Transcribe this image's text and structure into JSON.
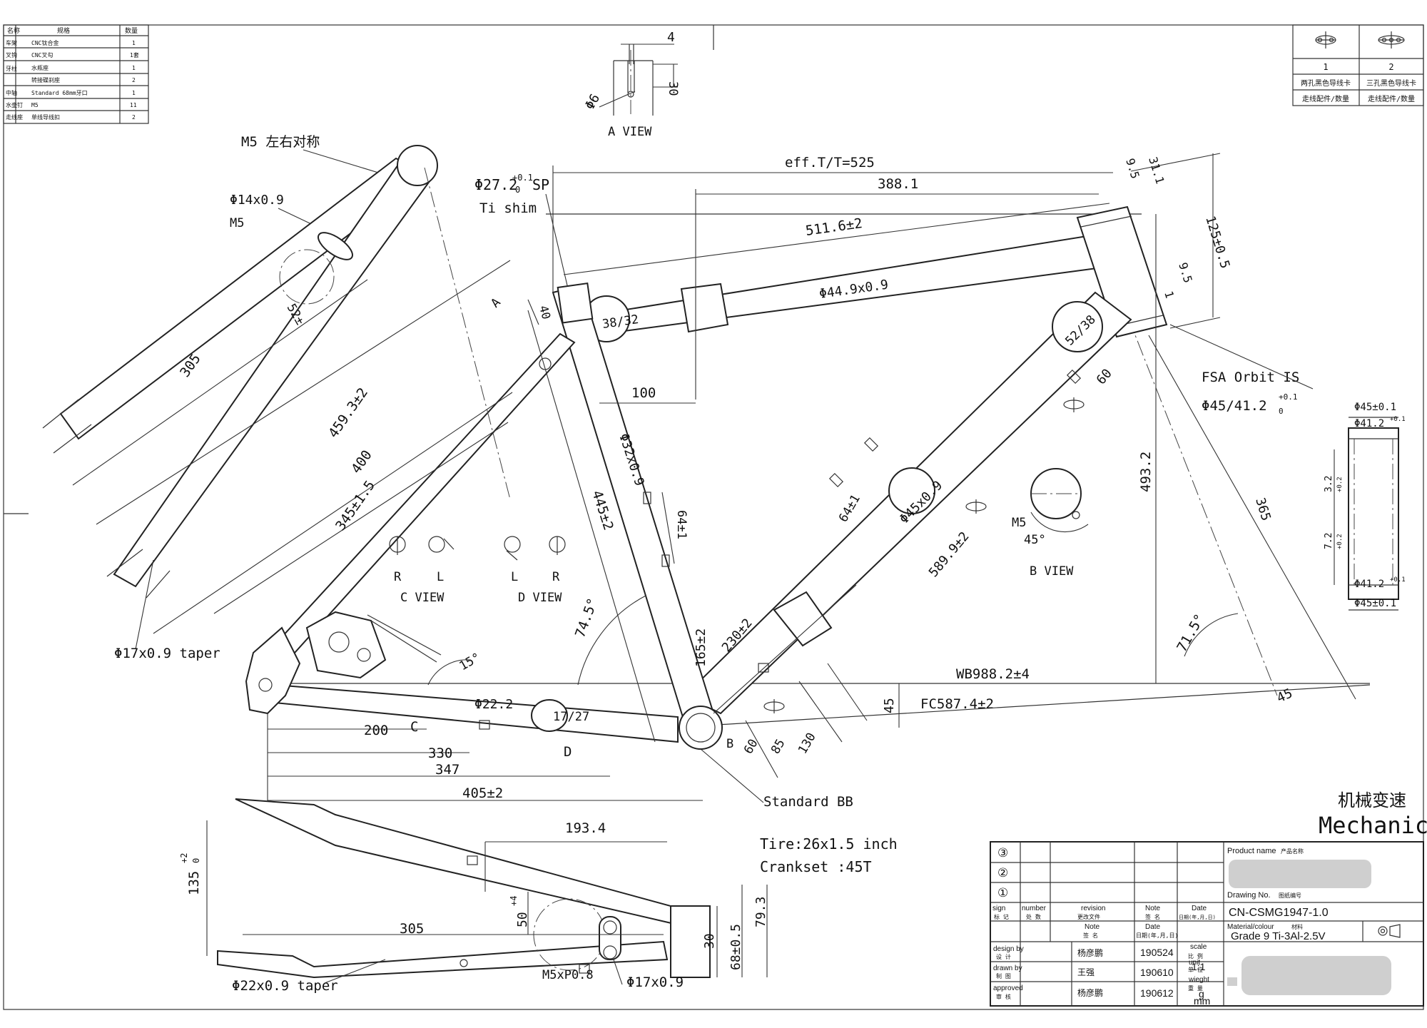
{
  "bom_table": {
    "headers": [
      "名称",
      "规格",
      "数量"
    ],
    "rows": [
      [
        "车架",
        "CNC钛合金",
        "1"
      ],
      [
        "叉钩",
        "CNC叉勾",
        "1套"
      ],
      [
        "牙柱",
        "水瓶座",
        "1"
      ],
      [
        "",
        "转接碟刹座",
        "2"
      ],
      [
        "中轴",
        "Standard 68mm牙口",
        "1"
      ],
      [
        "水壶钉",
        "M5",
        "11"
      ],
      [
        "走线座",
        "单线导线扣",
        "2"
      ]
    ]
  },
  "parts_legend": {
    "numbers": [
      "1",
      "2"
    ],
    "names": [
      "两孔黑色导线卡",
      "三孔黑色导线卡"
    ],
    "sub": [
      "走线配件/数量",
      "走线配件/数量"
    ]
  },
  "annotations": {
    "m5_symmetric": "M5 左右对称",
    "stay_spec": "Φ14x0.9",
    "m5": "M5",
    "seatpost": "Φ27.2",
    "seatpost_tol": "+0.1",
    "seatpost_tol_low": "0",
    "seatpost_sp": "SP",
    "ti_shim": "Ti shim",
    "a_marker": "A",
    "seatstay_taper": "Φ17x0.9 taper",
    "chainstay_taper": "Φ22x0.9 taper",
    "fsa_headset": "FSA Orbit IS",
    "head_tube_bore": "Φ45/41.2",
    "head_tube_tol_up": "+0.1",
    "head_tube_tol_low": "0",
    "standard_bb": "Standard BB",
    "tire": "Tire:26x1.5 inch",
    "crankset": "Crankset :45T",
    "m5xp08": "M5xP0.8",
    "bridge_tube": "Φ17x0.9",
    "b_marker": "B",
    "c_marker": "C",
    "d_marker": "D",
    "b_view_m5": "M5",
    "tt_ends": "38/32",
    "dt_ends": "52/38",
    "cs_ends": "17/27",
    "top_tube": "Φ44.9x0.9",
    "seat_tube": "Φ32x0.9",
    "down_tube": "Φ45x0.9",
    "chainstay": "Φ22.2"
  },
  "dimensions": {
    "a_view_width": "4",
    "a_view_depth": "30",
    "a_view_hole": "Φ6",
    "eff_tt": "eff.T/T=525",
    "reach": "388.1",
    "top_tube_len": "511.6±2",
    "stack": "493.2",
    "wheelbase": "WB988.2±4",
    "front_center": "FC587.4±2",
    "seat_tube_len": "445±2",
    "seat_angle": "74.5°",
    "head_angle": "71.5°",
    "head_tube_len": "125±0.5",
    "ht_top_offset": "31.1",
    "ht_top_cup": "9.5",
    "ht_bot_cup": "9.5",
    "ht_mark": "1",
    "fork_offset": "45",
    "fork_len": "365",
    "ht_dt_dist": "60",
    "stay_400": "400",
    "stay_459": "459.3±2",
    "stay_345": "345±1.5",
    "stay_305": "305",
    "stay_52": "52±",
    "seat_cluster": "40",
    "tt_offset": "100",
    "bottle_spacing": "64±1",
    "bottle_spacing_dt": "64±1",
    "dt_230": "230±2",
    "dt_589": "589.9±2",
    "bb_165": "165±2",
    "bb_drop": "45",
    "chainstay_len": "405±2",
    "cs_200": "200",
    "cs_330": "330",
    "cs_347": "347",
    "cs_15deg": "15°",
    "bb_60": "60",
    "bb_85": "85",
    "bb_130": "130",
    "lower_193": "193.4",
    "lower_305": "305",
    "lower_135": "135",
    "lower_135_tol": "+2",
    "lower_135_tol_low": "0",
    "lower_50": "50",
    "lower_50_tol": "+4",
    "lower_30": "30",
    "lower_68": "68±0.5",
    "lower_79": "79.3",
    "b_view_45": "45°"
  },
  "views": {
    "a_view": "A VIEW",
    "b_view": "B VIEW",
    "c_view": "C VIEW",
    "d_view": "D VIEW",
    "c_left": "R",
    "c_right": "L",
    "d_left": "L",
    "d_right": "R"
  },
  "headtube_detail": {
    "top_outer": "Φ45±0.1",
    "top_inner": "Φ41.2",
    "top_inner_tol": "+0.1",
    "bottom_inner": "Φ41.2",
    "bottom_inner_tol": "+0.1",
    "bottom_outer": "Φ45±0.1",
    "wall_upper": "3.2",
    "wall_upper_tol": "+0.2",
    "wall_lower": "7.2",
    "wall_lower_tol": "+0.2"
  },
  "heading": {
    "chinese": "机械变速",
    "english": "Mechanical"
  },
  "title_block": {
    "rev_nums": [
      "③",
      "②",
      "①"
    ],
    "rev_head": {
      "sign": "sign",
      "sign_cn": "标 记",
      "number": "number",
      "number_cn": "处 数",
      "revision": "revision",
      "revision_cn": "更改文件",
      "note": "Note",
      "note_cn": "签 名",
      "date": "Date",
      "date_cn": "日期(年,月,日)"
    },
    "col_note": "Note",
    "col_note_cn": "签 名",
    "col_date": "Date",
    "col_date_cn": "日期(年,月,日)",
    "rows": [
      {
        "label": "design by",
        "label_cn": "设 计",
        "name": "杨彦鹏",
        "date": "190524",
        "k": "scale",
        "k_cn": "比 例",
        "v": "1:1"
      },
      {
        "label": "drawn by",
        "label_cn": "制 图",
        "name": "王强",
        "date": "190610",
        "k": "wieght",
        "k_cn": "重 量",
        "v": "g"
      },
      {
        "label": "approved",
        "label_cn": "审 核",
        "name": "杨彦鹏",
        "date": "190612",
        "k": "unit",
        "k_cn": "单 位",
        "v": "mm"
      }
    ],
    "product_label": "Product name",
    "product_label_cn": "产品名称",
    "drawing_label": "Drawing No.",
    "drawing_label_cn": "图纸编号",
    "drawing_no": "CN-CSMG1947-1.0",
    "material_label": "Material/colour",
    "material_label_cn": "材料",
    "material": "Grade 9 Ti-3Al-2.5V"
  }
}
